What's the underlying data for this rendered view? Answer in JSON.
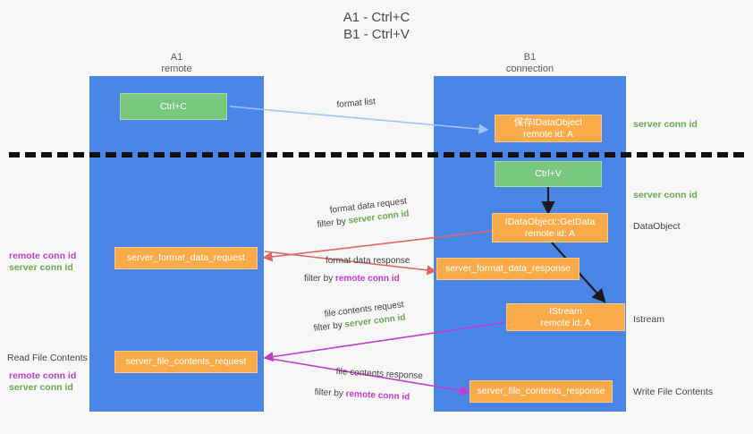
{
  "title": {
    "line1": "A1 - Ctrl+C",
    "line2": "B1 - Ctrl+V"
  },
  "columns": {
    "left": {
      "name": "A1",
      "role": "remote"
    },
    "right": {
      "name": "B1",
      "role": "connection"
    }
  },
  "legend": {
    "server_conn_id": "server conn id",
    "remote_conn_id": "remote conn id"
  },
  "colors": {
    "lane": "#4a86e8",
    "green_box": "#7ac77f",
    "orange_box": "#f9ab49",
    "server_conn_id": "#6aa84f",
    "remote_conn_id": "#c13ccb",
    "arrow_format_list": "#9fc5f8",
    "arrow_format_data": "#e06666",
    "arrow_file_contents": "#c13ccb",
    "arrow_internal": "#1b1b1b",
    "dashed_line": "#111111"
  },
  "nodes": {
    "ctrl_c": {
      "title": "Ctrl+C",
      "sub": ""
    },
    "save_dataobject": {
      "title": "保存IDataObject",
      "sub": "remote id: A"
    },
    "ctrl_v": {
      "title": "Ctrl+V",
      "sub": ""
    },
    "getdata": {
      "title": "IDataObject::GetData",
      "sub": "remote id: A"
    },
    "server_format_data_request": {
      "title": "server_format_data_request",
      "sub": ""
    },
    "server_format_data_response": {
      "title": "server_format_data_response",
      "sub": ""
    },
    "istream": {
      "title": "IStream",
      "sub": "remote id: A"
    },
    "server_file_contents_request": {
      "title": "server_file_contents_request",
      "sub": ""
    },
    "server_file_contents_response": {
      "title": "server_file_contents_response",
      "sub": ""
    }
  },
  "right_labels": {
    "server_conn_id_top": "server conn id",
    "server_conn_id_mid": "server conn id",
    "dataobject": "DataObject",
    "istream": "Istream",
    "write_file_contents": "Write File Contents"
  },
  "left_labels": {
    "remote_conn_id_1": "remote conn id",
    "server_conn_id_1": "server conn id",
    "read_file_contents": "Read File Contents",
    "remote_conn_id_2": "remote conn id",
    "server_conn_id_2": "server conn id"
  },
  "arrow_labels": {
    "format_list": "format list",
    "format_data_request": "format data request",
    "format_data_request_filter_prefix": "filter by ",
    "format_data_request_filter_value": "server conn id",
    "format_data_response": "format data response",
    "format_data_response_filter_prefix": "filter by ",
    "format_data_response_filter_value": "remote conn id",
    "file_contents_request": "file contents request",
    "file_contents_request_filter_prefix": "filter by ",
    "file_contents_request_filter_value": "server conn id",
    "file_contents_response": "file contents response",
    "file_contents_response_filter_prefix": "filter by ",
    "file_contents_response_filter_value": "remote conn id"
  }
}
